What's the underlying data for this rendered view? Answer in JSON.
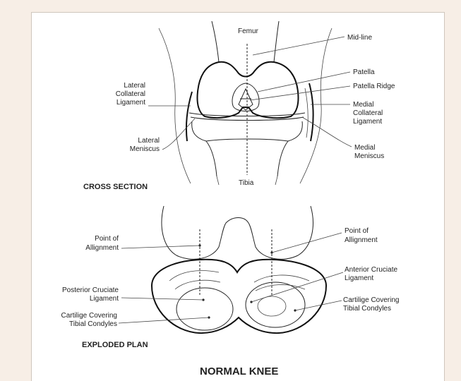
{
  "labels": {
    "femur": "Femur",
    "midline": "Mid-line",
    "patella": "Patella",
    "patella_ridge": "Patella Ridge",
    "lcl": [
      "Lateral",
      "Collateral",
      "Ligament"
    ],
    "mcl": [
      "Medial",
      "Collateral",
      "Ligament"
    ],
    "lateral_meniscus": [
      "Lateral",
      "Meniscus"
    ],
    "medial_meniscus": [
      "Medial",
      "Meniscus"
    ],
    "tibia": "Tibia",
    "point_left": [
      "Point of",
      "Allignment"
    ],
    "point_right": [
      "Point of",
      "Allignment"
    ],
    "pcl": [
      "Posterior Cruciate",
      "Ligament"
    ],
    "acl": [
      "Anterior Cruciate",
      "Ligament"
    ],
    "cart_left": [
      "Cartilige Covering",
      "Tibial Condyles"
    ],
    "cart_right": [
      "Cartilige Covering",
      "Tibial Condyles"
    ]
  },
  "sections": {
    "cross": "CROSS SECTION",
    "exploded": "EXPLODED PLAN"
  },
  "title": "NORMAL KNEE",
  "colors": {
    "background": "#f7eee6",
    "panel": "#ffffff",
    "ink": "#222222"
  }
}
